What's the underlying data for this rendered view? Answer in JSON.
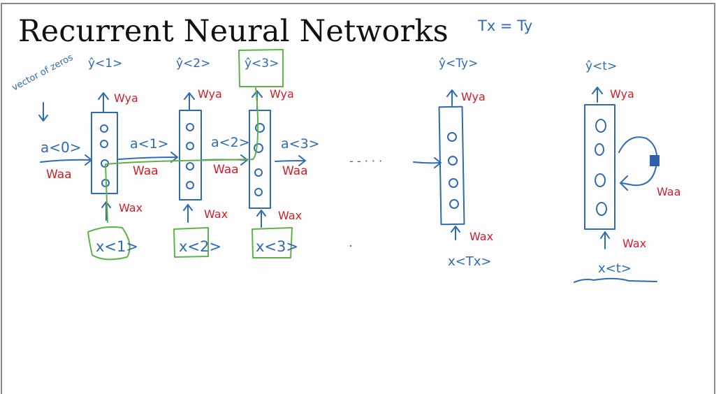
{
  "slide": {
    "title": "Recurrent Neural Networks",
    "annotation_top": "Tx = Ty",
    "initial_state_note": "vector of zeros",
    "colors": {
      "ink_blue": "#2f6bb3",
      "ink_red": "#d21f2b",
      "ink_green": "#5fb14a",
      "frame_gray": "#8a8a8a"
    }
  },
  "unrolled": {
    "initial_activation": "a<0>",
    "initial_weight": "Waa",
    "steps": [
      {
        "output": "ŷ<1>",
        "output_weight": "Wya",
        "input": "x<1>",
        "input_weight": "Wax",
        "activation_out": "a<1>",
        "recurrent_weight": "Waa",
        "highlighted_output": false
      },
      {
        "output": "ŷ<2>",
        "output_weight": "Wya",
        "input": "x<2>",
        "input_weight": "Wax",
        "activation_out": "a<2>",
        "recurrent_weight": "Waa",
        "highlighted_output": false
      },
      {
        "output": "ŷ<3>",
        "output_weight": "Wya",
        "input": "x<3>",
        "input_weight": "Wax",
        "activation_out": "a<3>",
        "recurrent_weight": "Waa",
        "highlighted_output": true
      }
    ],
    "ellipsis": "- - · · ·",
    "last_step": {
      "output": "ŷ<Ty>",
      "output_weight": "Wya",
      "input": "x<Tx>",
      "input_weight": "Wax"
    }
  },
  "rolled": {
    "output": "ŷ<t>",
    "output_weight": "Wya",
    "input": "x<t>",
    "input_weight": "Wax",
    "loop_weight": "Waa"
  }
}
